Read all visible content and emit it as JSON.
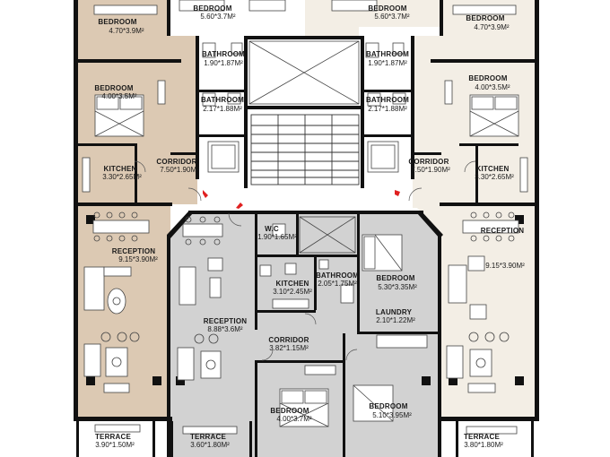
{
  "plan": {
    "colors": {
      "unit_left": "#dcc9b3",
      "unit_right": "#f3eee5",
      "unit_center": "#d2d2d2",
      "core": "#ffffff",
      "wall": "#111111",
      "exit_marker": "#e02020"
    },
    "rooms": [
      {
        "name": "BEDROOM",
        "size": "4.70*3.9M²"
      },
      {
        "name": "BEDROOM",
        "size": "5.60*3.7M²"
      },
      {
        "name": "BEDROOM",
        "size": "5.60*3.7M²"
      },
      {
        "name": "BEDROOM",
        "size": "4.70*3.9M²"
      },
      {
        "name": "BATHROOM",
        "size": "1.90*1.87M²"
      },
      {
        "name": "BATHROOM",
        "size": "1.90*1.87M²"
      },
      {
        "name": "BEDROOM",
        "size": "4.00*3.5M²"
      },
      {
        "name": "BEDROOM",
        "size": "4.00*3.5M²"
      },
      {
        "name": "BATHROOM",
        "size": "2.17*1.88M²"
      },
      {
        "name": "BATHROOM",
        "size": "2.17*1.88M²"
      },
      {
        "name": "CORRIDOR",
        "size": "7.50*1.90M²"
      },
      {
        "name": "CORRIDOR",
        "size": "7.50*1.90M²"
      },
      {
        "name": "KITCHEN",
        "size": "3.30*2.65M²"
      },
      {
        "name": "KITCHEN",
        "size": "3.30*2.65M²"
      },
      {
        "name": "W.C",
        "size": "1.90*1.65M²"
      },
      {
        "name": "RECEPTION",
        "size": "9.15*3.90M²"
      },
      {
        "name": "RECEPTION",
        "size": "9.15*3.90M²"
      },
      {
        "name": "BEDROOM",
        "size": "5.30*3.35M²"
      },
      {
        "name": "KITCHEN",
        "size": "3.10*2.45M²"
      },
      {
        "name": "BATHROOM",
        "size": "2.05*1.75M²"
      },
      {
        "name": "LAUNDRY",
        "size": "2.10*1.22M²"
      },
      {
        "name": "RECEPTION",
        "size": "8.88*3.6M²"
      },
      {
        "name": "CORRIDOR",
        "size": "3.82*1.15M²"
      },
      {
        "name": "BEDROOM",
        "size": "4.00*3.7M²"
      },
      {
        "name": "BEDROOM",
        "size": "5.10*3.95M²"
      },
      {
        "name": "TERRACE",
        "size": "3.90*1.50M²"
      },
      {
        "name": "TERRACE",
        "size": "3.60*1.80M²"
      },
      {
        "name": "TERRACE",
        "size": "3.80*1.80M²"
      }
    ]
  }
}
